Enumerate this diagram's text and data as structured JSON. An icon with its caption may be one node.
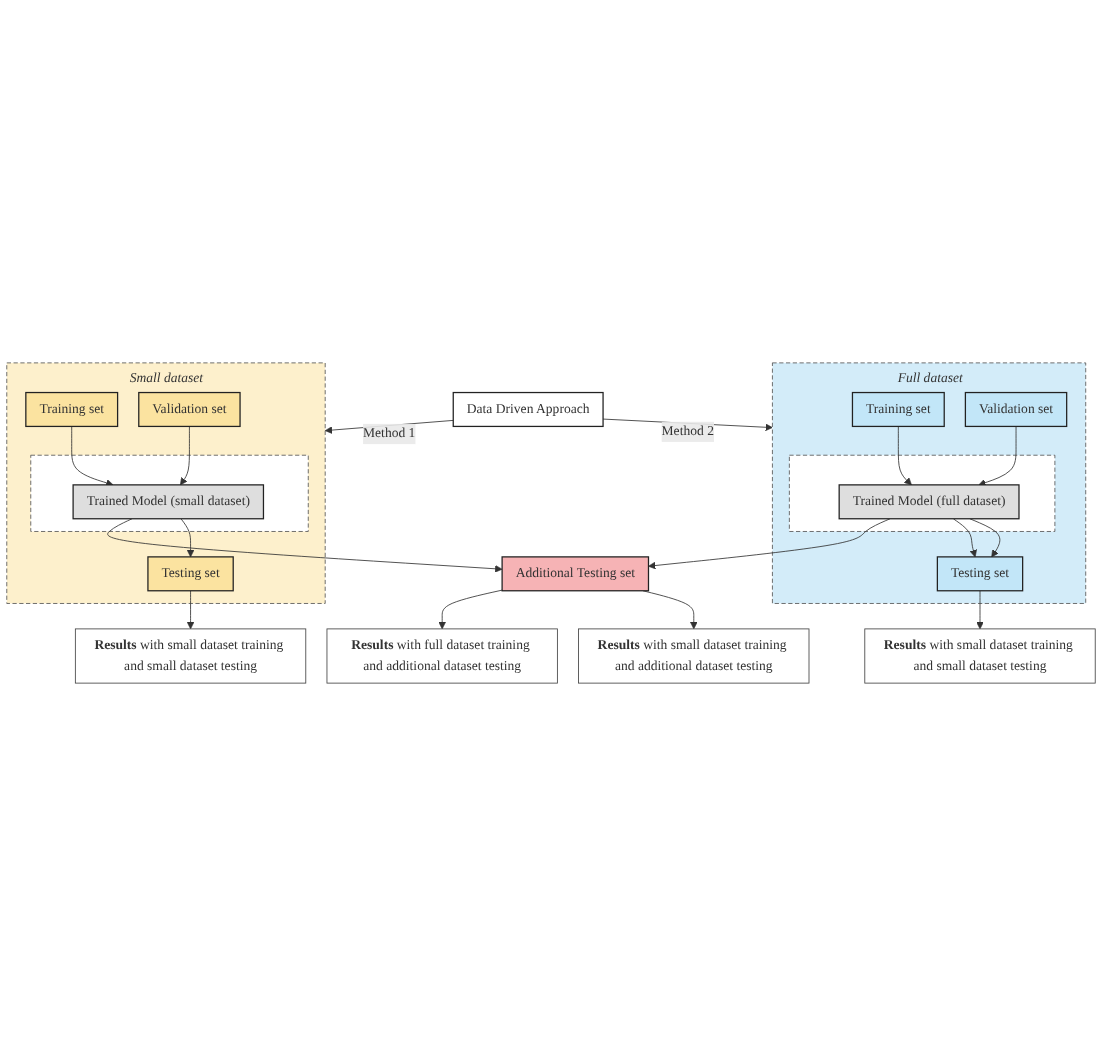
{
  "diagram": {
    "nodes": [
      {
        "text": [
          "Data Driven Approach"
        ]
      },
      {
        "text": [
          "Small dataset"
        ]
      },
      {
        "text": [
          "Training set"
        ],
        "in": 1
      },
      {
        "text": [
          "Validation set"
        ],
        "in": 1
      },
      {
        "text": [],
        "shape": "box",
        "in": 1
      },
      {
        "text": [
          "Trained Model (small dataset)"
        ],
        "in": 4
      },
      {
        "text": [
          "Testing set"
        ],
        "in": 1
      },
      {
        "text": [
          "**Results** with small dataset training and small dataset testing"
        ]
      },
      {
        "text": [
          "Full dataset"
        ]
      },
      {
        "text": [
          "Training set"
        ],
        "in": 8
      },
      {
        "text": [
          "Validation set"
        ],
        "in": 8
      },
      {
        "text": [],
        "shape": "box",
        "in": 8
      },
      {
        "text": [
          "Trained Model (full dataset)"
        ],
        "in": 11
      },
      {
        "text": [
          "Testing set"
        ],
        "in": 8
      },
      {
        "text": [
          "**Results** with small dataset training and small dataset testing"
        ]
      },
      {
        "text": [
          "Additional Testing set"
        ]
      },
      {
        "text": [
          "**Results** with small dataset training and additional dataset testing"
        ]
      },
      {
        "text": [
          "**Results** with full dataset training and additional dataset testing"
        ]
      }
    ],
    "edges": [
      {
        "from": 0,
        "to": 1,
        "arrow": "to",
        "label": "Method 1"
      },
      {
        "from": 0,
        "to": 8,
        "arrow": "to",
        "label": "Method 2"
      },
      {
        "from": 2,
        "to": 5,
        "arrow": "to"
      },
      {
        "from": 3,
        "to": 5,
        "arrow": "to"
      },
      {
        "from": 9,
        "to": 12,
        "arrow": "to"
      },
      {
        "from": 10,
        "to": 12,
        "arrow": "to"
      },
      {
        "from": 5,
        "to": 6,
        "arrow": "to"
      },
      {
        "from": 5,
        "to": 15,
        "arrow": "to"
      },
      {
        "from": 12,
        "to": 13,
        "arrow": "to"
      },
      {
        "from": 12,
        "to": 13,
        "arrow": "to"
      },
      {
        "from": 12,
        "to": 15,
        "arrow": "to"
      },
      {
        "from": 6,
        "to": 7,
        "arrow": "to"
      },
      {
        "from": 13,
        "to": 14,
        "arrow": "to"
      },
      {
        "from": 15,
        "to": 16,
        "arrow": "to"
      },
      {
        "from": 15,
        "to": 17,
        "arrow": "to"
      }
    ]
  }
}
